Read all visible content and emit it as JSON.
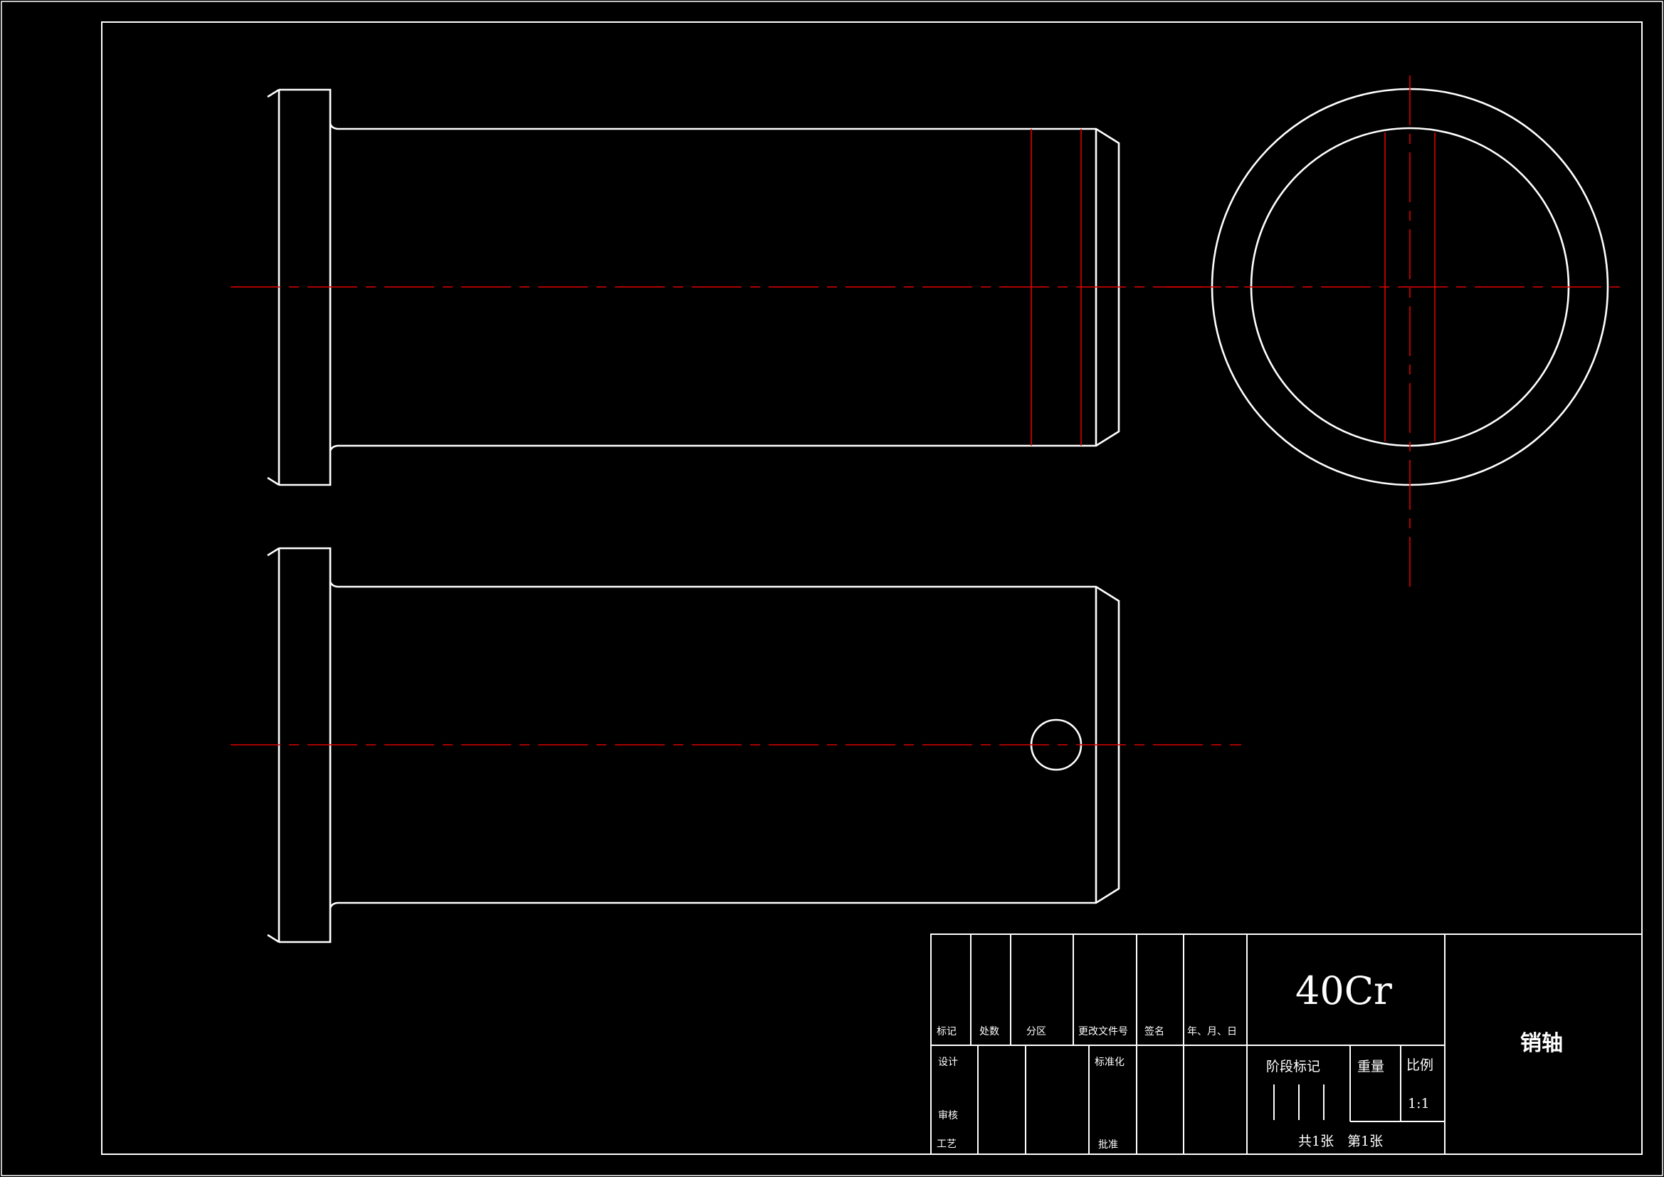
{
  "title_block": {
    "header_labels": {
      "mark": "标记",
      "count": "处数",
      "zone": "分区",
      "change_doc": "更改文件号",
      "signature": "签名",
      "date": "年、月、日"
    },
    "row_labels": {
      "design": "设计",
      "standardization": "标准化",
      "review": "审核",
      "process": "工艺",
      "approve": "批准"
    },
    "material": "40Cr",
    "stage_mark_label": "阶段标记",
    "weight_label": "重量",
    "scale_label": "比例",
    "scale_value": "1:1",
    "sheets_total": "共1张",
    "sheet_current": "第1张",
    "part_name": "销轴"
  },
  "colors": {
    "background": "#000000",
    "outline": "#ffffff",
    "centerline": "#e00000"
  }
}
